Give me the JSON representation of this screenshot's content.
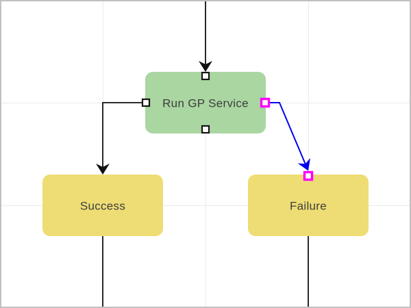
{
  "canvas": {
    "background": "#ffffff",
    "grid_color": "#ebebeb",
    "border_color": "#c0c0c0"
  },
  "nodes": {
    "run_gp_service": {
      "label": "Run GP Service",
      "fill": "#a9d6a1",
      "text_color": "#3d3d3d"
    },
    "success": {
      "label": "Success",
      "fill": "#eedd74",
      "text_color": "#3d3d3d"
    },
    "failure": {
      "label": "Failure",
      "fill": "#eedd74",
      "text_color": "#3d3d3d"
    }
  },
  "connectors": {
    "incoming": {
      "color": "#111111",
      "selected": false
    },
    "success_branch": {
      "color": "#111111",
      "selected": false
    },
    "failure_branch": {
      "color": "#0000ee",
      "selected": true
    },
    "success_out": {
      "color": "#111111",
      "selected": false
    },
    "failure_out": {
      "color": "#111111",
      "selected": false
    }
  },
  "ports": {
    "fill": "#ffffff",
    "default_border": "#141414",
    "selected_border": "#ff00ff"
  }
}
